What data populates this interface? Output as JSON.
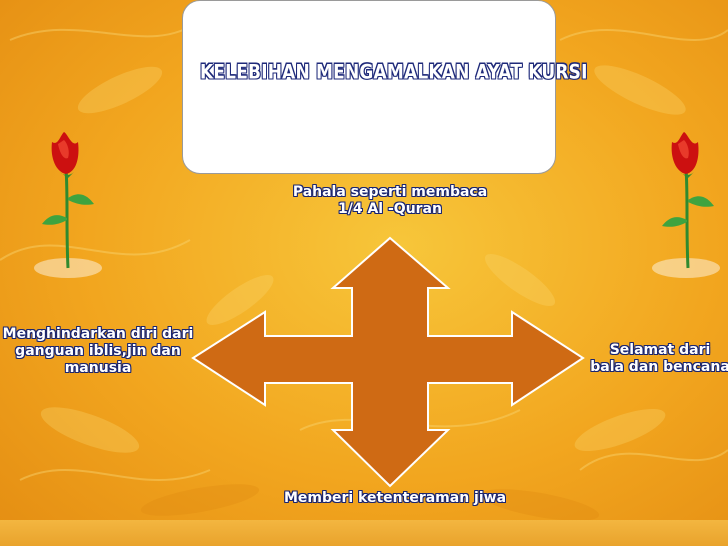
{
  "slide": {
    "title": "KELEBIHAN MENGAMALKAN AYAT KURSI",
    "labels": {
      "top": "Pahala seperti membaca\n1/4 Al -Quran",
      "left": "Menghindarkan diri dari\nganguan iblis,jin dan\nmanusia",
      "right": "Selamat dari\nbala dan bencana",
      "bottom": "Memberi ketenteraman jiwa"
    }
  },
  "colors": {
    "arrow_fill": "#cf6a14",
    "arrow_stroke": "#ffffff",
    "text_outline": "#1a2570",
    "background": "#f2a61f",
    "rose_red": "#cc1010",
    "stem_green": "#2f8a2f"
  },
  "icons": [
    "rose-icon",
    "rose-icon"
  ]
}
